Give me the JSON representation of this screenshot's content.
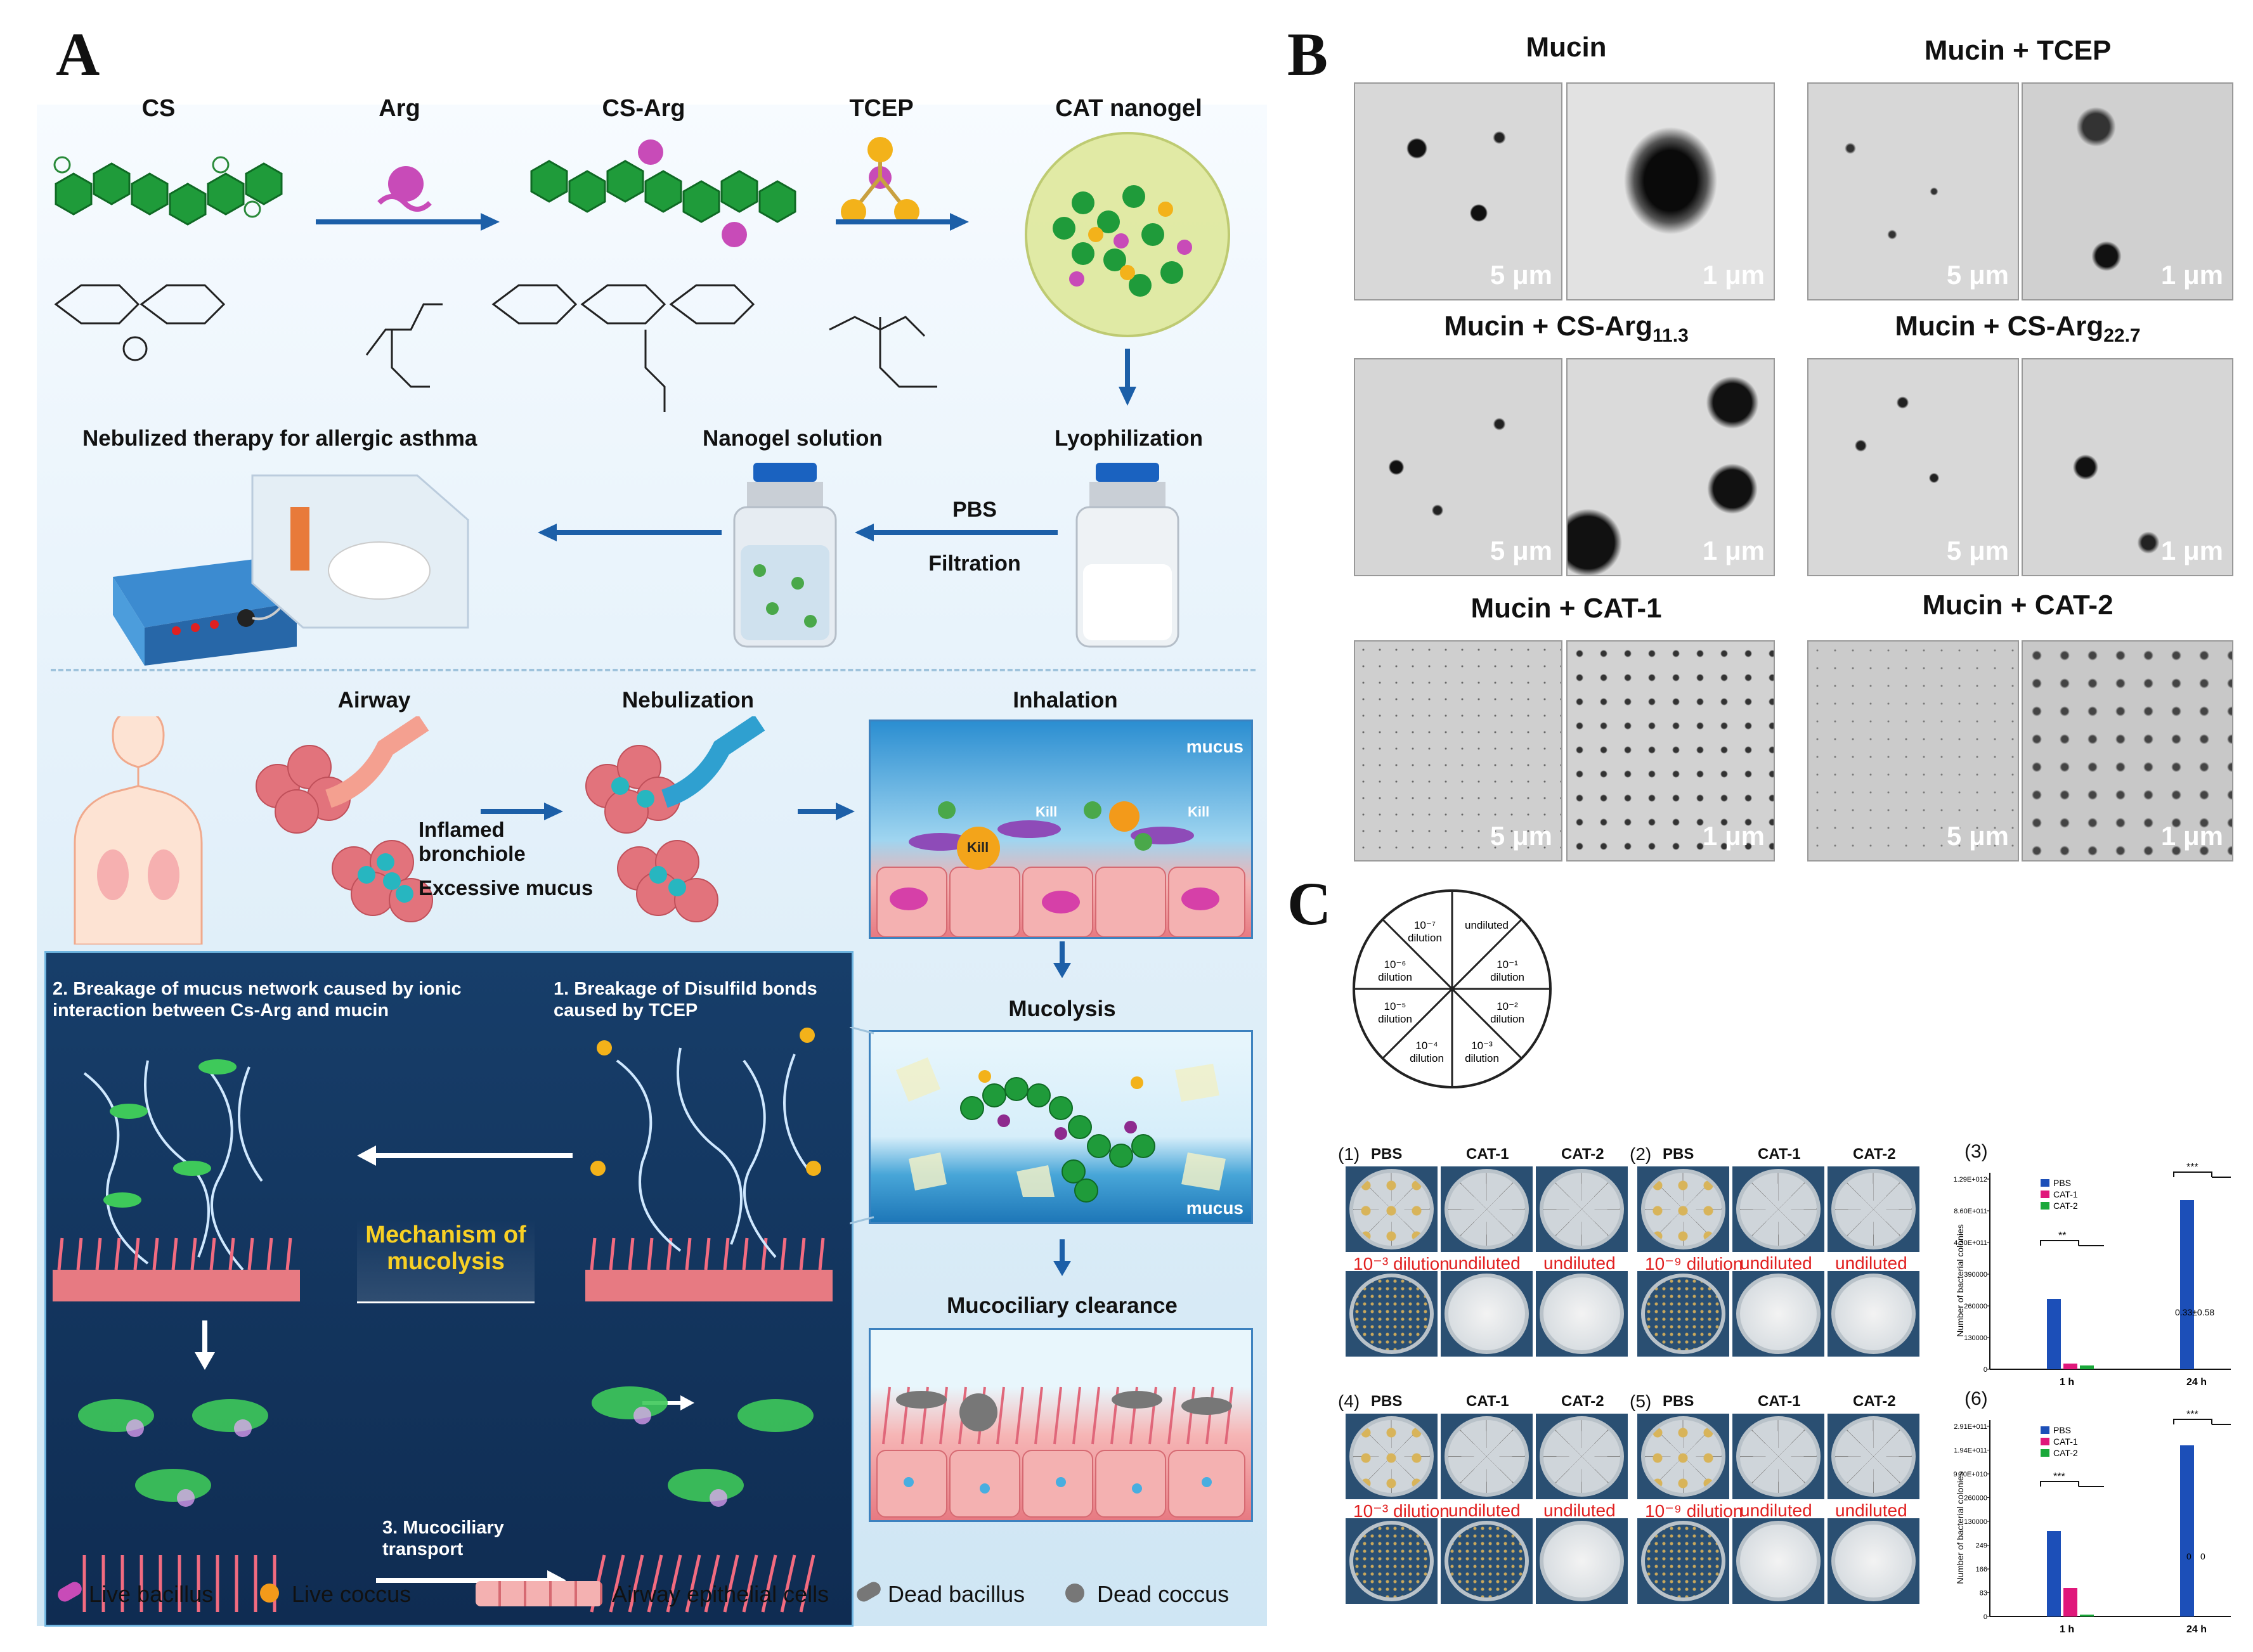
{
  "panels": {
    "a": "A",
    "b": "B",
    "c": "C"
  },
  "a": {
    "synthesis": {
      "cs": "CS",
      "arg": "Arg",
      "cs_arg": "CS-Arg",
      "tcep": "TCEP",
      "nanogel": "CAT nanogel"
    },
    "workflow": {
      "therapy": "Nebulized therapy for allergic asthma",
      "solution": "Nanogel solution",
      "lyophilization": "Lyophilization",
      "pbs": "PBS",
      "filtration": "Filtration"
    },
    "airway": {
      "airway": "Airway",
      "nebulization": "Nebulization",
      "inhalation": "Inhalation",
      "inflamed": "Inflamed bronchiole",
      "mucus_excess": "Excessive mucus",
      "mucus": "mucus",
      "kill": "Kill"
    },
    "process": {
      "mucolysis": "Mucolysis",
      "clearance": "Mucociliary clearance"
    },
    "mechanism": {
      "step1": "1. Breakage of Disulfild bonds caused by TCEP",
      "step2": "2. Breakage of mucus network caused by ionic interaction between Cs-Arg and mucin",
      "step3": "3. Mucociliary transport",
      "center": "Mechanism of mucolysis"
    },
    "legend": [
      "Live bacillus",
      "Live coccus",
      "Airway epithelial cells",
      "Dead bacillus",
      "Dead coccus"
    ],
    "colors": {
      "green": "#1f9b3a",
      "magenta": "#c84bb8",
      "orange": "#f39a1a",
      "blue": "#1c5fa8",
      "pink": "#e77a82"
    }
  },
  "b": {
    "titles": [
      "Mucin",
      "Mucin + TCEP",
      "Mucin + CS-Arg",
      "Mucin + CS-Arg",
      "Mucin + CAT-1",
      "Mucin + CAT-2"
    ],
    "subs": [
      "11.3",
      "22.7"
    ],
    "scale_small": "5 μm",
    "scale_large": "1 μm"
  },
  "c": {
    "wheel": [
      "undiluted",
      "10⁻¹ dilution",
      "10⁻² dilution",
      "10⁻³ dilution",
      "10⁻⁴ dilution",
      "10⁻⁵ dilution",
      "10⁻⁶ dilution",
      "10⁻⁷ dilution"
    ],
    "groups": [
      {
        "id": "(1)",
        "heads": [
          "PBS",
          "CAT-1",
          "CAT-2"
        ],
        "dil": [
          "10⁻³ dilution",
          "undiluted",
          "undiluted"
        ]
      },
      {
        "id": "(2)",
        "heads": [
          "PBS",
          "CAT-1",
          "CAT-2"
        ],
        "dil": [
          "10⁻⁹ dilution",
          "undiluted",
          "undiluted"
        ]
      },
      {
        "id": "(4)",
        "heads": [
          "PBS",
          "CAT-1",
          "CAT-2"
        ],
        "dil": [
          "10⁻³ dilution",
          "undiluted",
          "undiluted"
        ]
      },
      {
        "id": "(5)",
        "heads": [
          "PBS",
          "CAT-1",
          "CAT-2"
        ],
        "dil": [
          "10⁻⁹ dilution",
          "undiluted",
          "undiluted"
        ]
      }
    ],
    "charts": [
      {
        "id": "(3)",
        "ylabel": "Number of bacterial colonies",
        "legend": [
          "PBS",
          "CAT-1",
          "CAT-2"
        ],
        "colors": [
          "#1c4fb8",
          "#e0177b",
          "#1aa83a"
        ],
        "categories": [
          "1 h",
          "24 h"
        ],
        "yticks": [
          "0",
          "130000",
          "260000",
          "390000",
          "4.30E+011",
          "8.60E+011",
          "1.29E+012"
        ],
        "sig": [
          "**",
          "***"
        ],
        "note": "0.33±0.58"
      },
      {
        "id": "(6)",
        "ylabel": "Number of bacterial colonies",
        "legend": [
          "PBS",
          "CAT-1",
          "CAT-2"
        ],
        "colors": [
          "#1c4fb8",
          "#e0177b",
          "#1aa83a"
        ],
        "categories": [
          "1 h",
          "24 h"
        ],
        "yticks": [
          "0",
          "83",
          "166",
          "249",
          "130000",
          "260000",
          "9.70E+010",
          "1.94E+011",
          "2.91E+011"
        ],
        "sig": [
          "***",
          "***"
        ],
        "zeros": [
          "0",
          "0"
        ]
      }
    ]
  }
}
